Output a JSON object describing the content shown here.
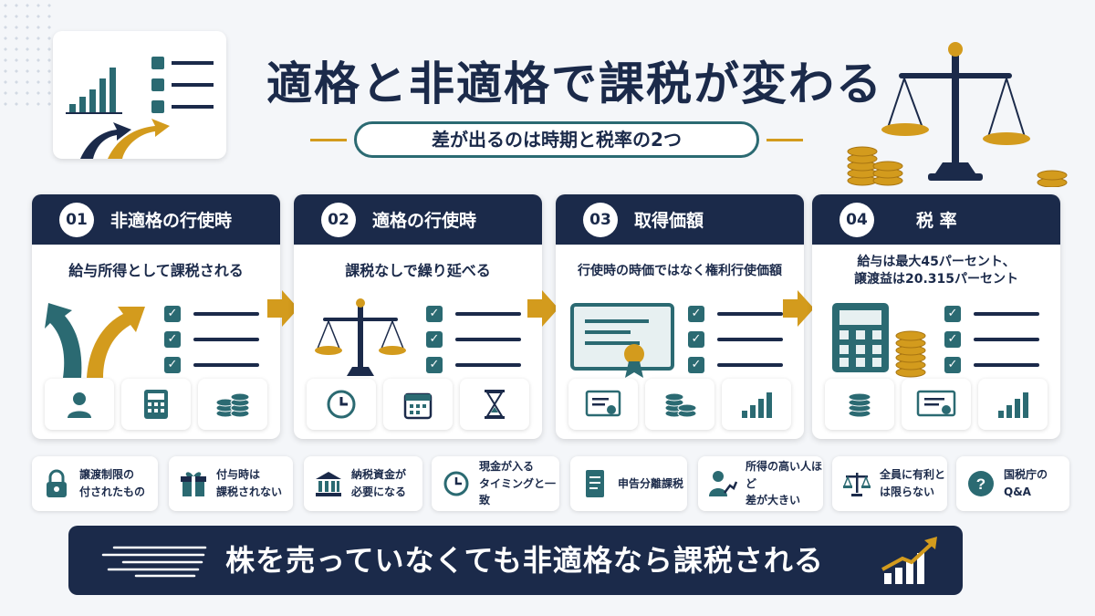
{
  "header": {
    "title": "適格と非適格で課税が変わる",
    "subtitle": "差が出るのは時期と税率の2つ"
  },
  "cards": [
    {
      "num": "01",
      "title": "非適格の行使時",
      "desc": "給与所得として課税される"
    },
    {
      "num": "02",
      "title": "適格の行使時",
      "desc": "課税なしで繰り延べる"
    },
    {
      "num": "03",
      "title": "取得価額",
      "desc": "行使時の時価ではなく権利行使価額"
    },
    {
      "num": "04",
      "title": "税 率",
      "desc_line1": "給与は最大45パーセント、",
      "desc_line2": "譲渡益は20.315パーセント"
    }
  ],
  "notes": [
    {
      "icon": "lock-icon",
      "line1": "譲渡制限の",
      "line2": "付されたもの"
    },
    {
      "icon": "gift-icon",
      "line1": "付与時は",
      "line2": "課税されない"
    },
    {
      "icon": "bank-icon",
      "line1": "納税資金が",
      "line2": "必要になる"
    },
    {
      "icon": "clock-icon",
      "line1": "現金が入る",
      "line2": "タイミングと一致"
    },
    {
      "icon": "document-icon",
      "line1": "申告分離課税",
      "line2": ""
    },
    {
      "icon": "person-chart-icon",
      "line1": "所得の高い人ほど",
      "line2": "差が大きい"
    },
    {
      "icon": "scale-icon",
      "line1": "全員に有利と",
      "line2": "は限らない"
    },
    {
      "icon": "question-icon",
      "line1": "国税庁のQ&A",
      "line2": ""
    }
  ],
  "banner": {
    "text": "株を売っていなくても非適格なら課税される"
  },
  "colors": {
    "navy": "#1b2a4a",
    "teal": "#2b6a72",
    "gold": "#d39b1d"
  }
}
